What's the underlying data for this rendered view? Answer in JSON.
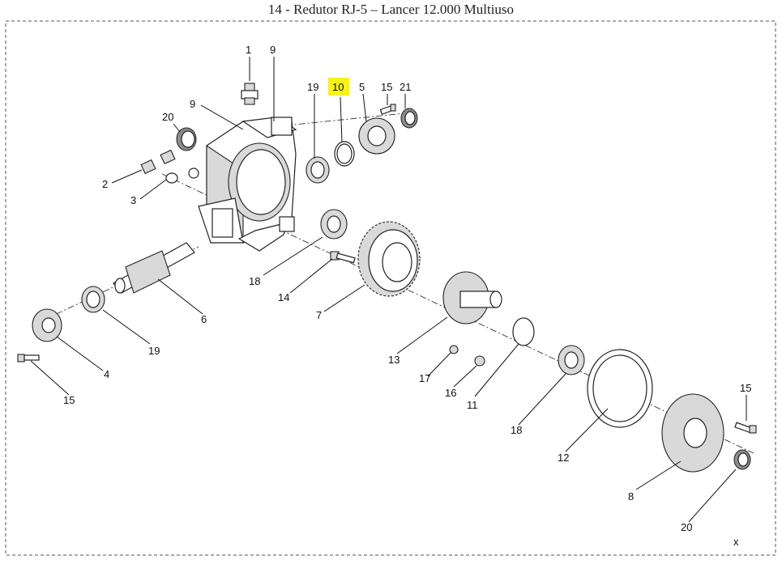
{
  "title": "14 - Redutor RJ-5 – Lancer 12.000 Multiuso",
  "highlight_color": "#f7f21a",
  "labels": {
    "p1": "1",
    "p9a": "9",
    "p9b": "9",
    "p20a": "20",
    "p2": "2",
    "p3": "3",
    "p19a": "19",
    "p10": "10",
    "p5": "5",
    "p15a": "15",
    "p21": "21",
    "p18a": "18",
    "p14": "14",
    "p7": "7",
    "p6": "6",
    "p19b": "19",
    "p4": "4",
    "p15b": "15",
    "p13": "13",
    "p17": "17",
    "p16": "16",
    "p11": "11",
    "p18b": "18",
    "p12": "12",
    "p15c": "15",
    "p8": "8",
    "p20b": "20"
  },
  "corner_mark": "x"
}
